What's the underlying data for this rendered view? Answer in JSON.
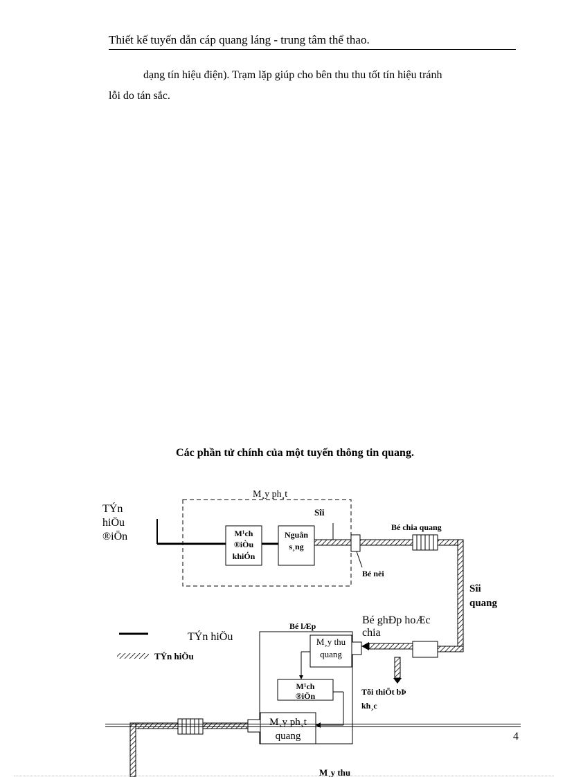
{
  "header": {
    "title": "Thiết kế tuyến dẫn cáp quang láng - trung tâm thể thao."
  },
  "body": {
    "line1": "dạng tín hiệu điện). Trạm lặp giúp cho bên thu thu tốt tín hiệu tránh",
    "line2": "lỗi do tán sắc."
  },
  "figure": {
    "caption": "Các phần tử chính của một tuyến thông tin quang.",
    "labels": {
      "input_1": "TÝn",
      "input_2": "hiÖu",
      "input_3": "®iÖn",
      "transmitter": "M¸y ph¸t",
      "fiber_small": "Sîi",
      "drive_circuit_1": "M¹ch",
      "drive_circuit_2": "®iÒu",
      "drive_circuit_3": "khiÓn",
      "source_1": "Nguån",
      "source_2": "s¸ng",
      "splitter": "Bé chia quang",
      "connector": "Bé nèi",
      "fiber_1": "Sîi",
      "fiber_2": "quang",
      "coupler_1": "Bé ghÐp hoÆc",
      "coupler_2": "chia",
      "repeater": "Bé lÆp",
      "receiver_1": "M¸y thu",
      "receiver_2": "quang",
      "legend_electric": "TÝn hiÖu",
      "legend_optical": "TÝn hiÖu",
      "electric_circuit_1": "M¹ch",
      "electric_circuit_2": "®iÖn",
      "device_1": "Tõi thiÕt bÞ",
      "device_2": "kh¸c",
      "opt_transmitter_1": "M¸y ph¸t",
      "opt_transmitter_2": "quang",
      "receiver_bottom": "M¸y thu"
    }
  },
  "footer": {
    "page_number": "4"
  }
}
